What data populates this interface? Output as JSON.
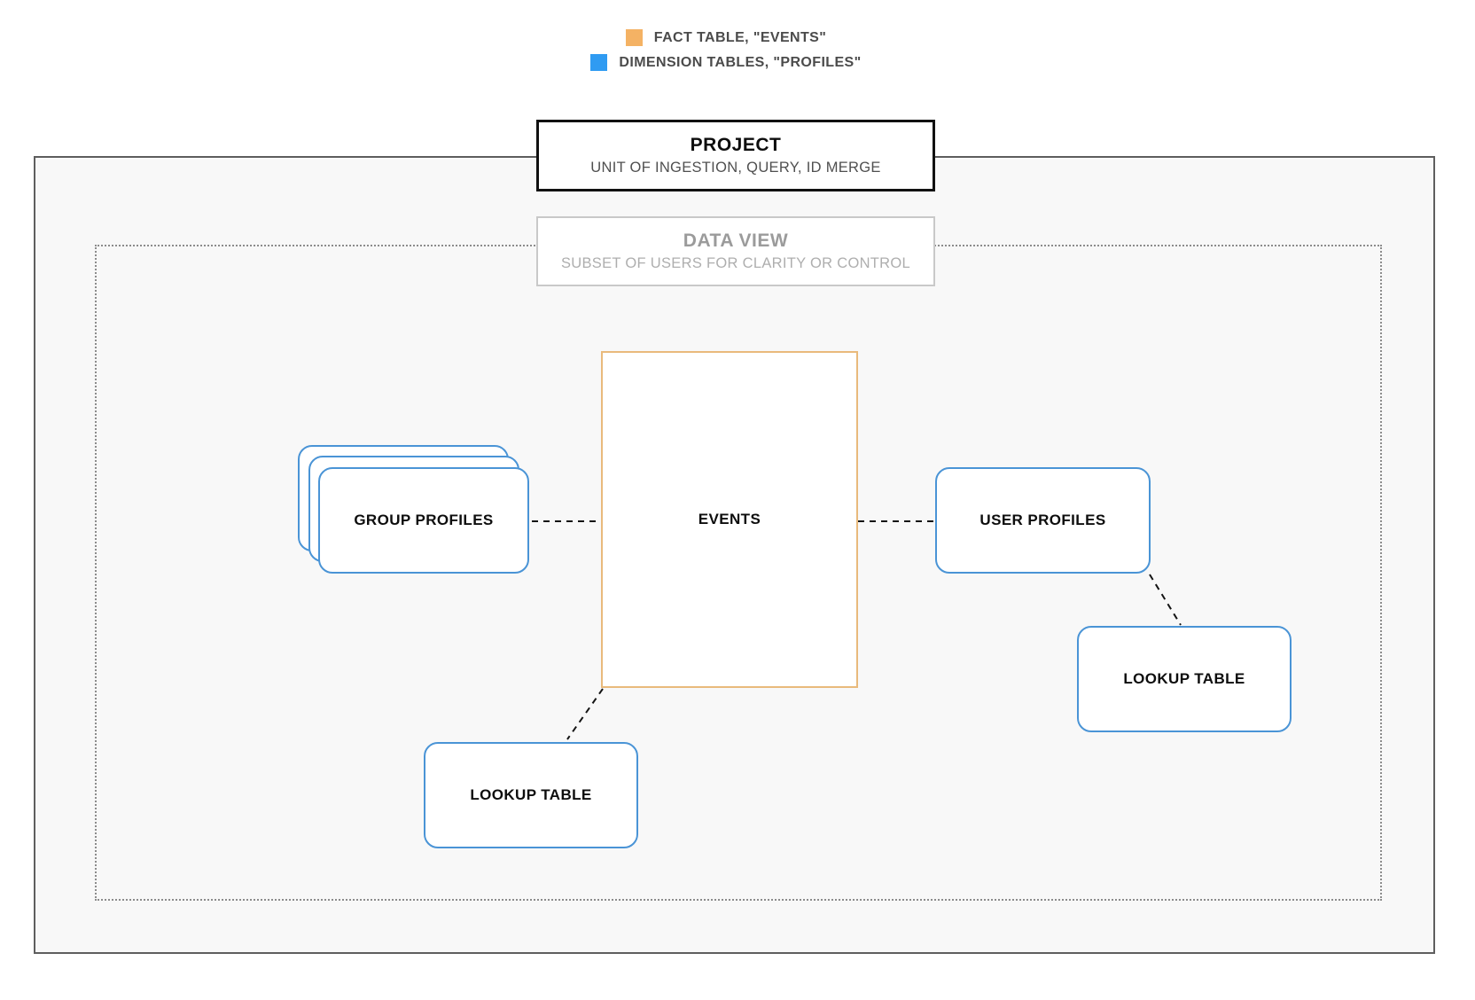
{
  "legend": {
    "items": [
      {
        "name": "fact-table",
        "label": "FACT TABLE, \"EVENTS\"",
        "color": "#f4b264",
        "swatch_style": "background:#f4b264"
      },
      {
        "name": "dimension-tables",
        "label": "DIMENSION TABLES, \"PROFILES\"",
        "color": "#2f9bf2",
        "swatch_style": "background:#2f9bf2"
      }
    ]
  },
  "project_box": {
    "title": "PROJECT",
    "subtitle": "UNIT OF INGESTION, QUERY, ID MERGE"
  },
  "data_view_box": {
    "title": "DATA VIEW",
    "subtitle": "SUBSET OF USERS FOR CLARITY OR CONTROL"
  },
  "nodes": {
    "events": "EVENTS",
    "group_profiles": "GROUP PROFILES",
    "user_profiles": "USER PROFILES",
    "lookup_table_left": "LOOKUP TABLE",
    "lookup_table_right": "LOOKUP TABLE"
  },
  "colors": {
    "fact_accent": "#f4b264",
    "fact_border": "#e9ba7c",
    "dimension_accent": "#2f9bf2",
    "dimension_border": "#4a94d6",
    "project_border": "#111111",
    "outer_boundary_border": "#5e5e5e",
    "dotted_boundary_border": "#8c8c8c",
    "boundary_fill": "#f8f8f8",
    "connector": "#141414"
  }
}
